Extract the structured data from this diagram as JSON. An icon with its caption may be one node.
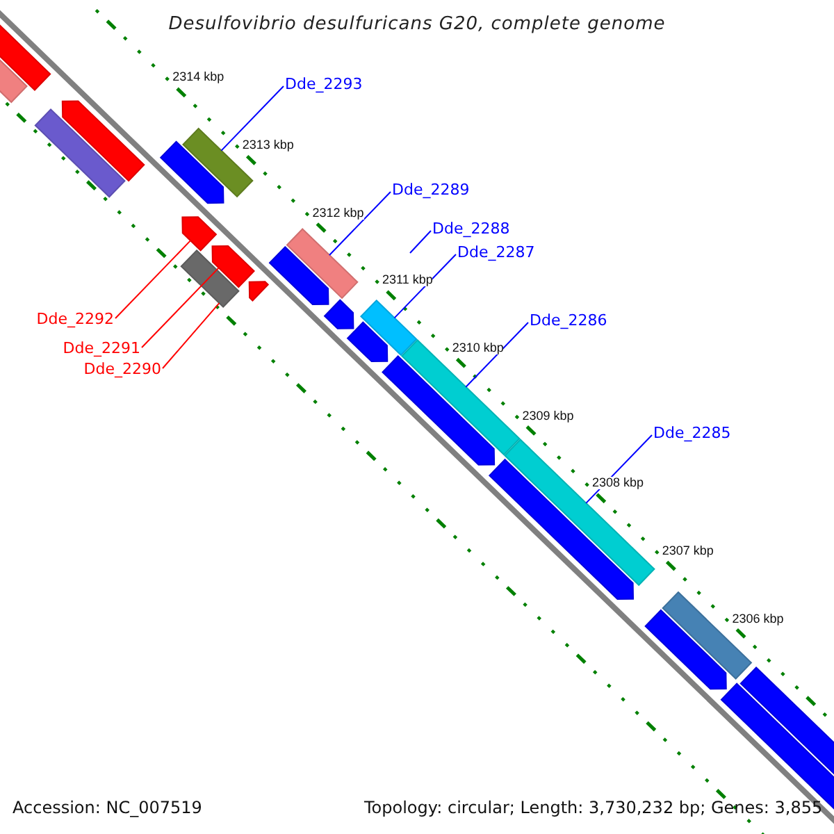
{
  "diagram": {
    "title": "Desulfovibrio desulfuricans G20, complete genome",
    "nodes": [
      {
        "text": [
          "Dde_2293"
        ]
      },
      {
        "text": [
          "Dde_2289"
        ]
      },
      {
        "text": [
          "Dde_2288"
        ]
      },
      {
        "text": [
          "Dde_2287"
        ]
      },
      {
        "text": [
          "Dde_2292"
        ]
      },
      {
        "text": [
          "Dde_2286"
        ]
      },
      {
        "text": [
          "Dde_2291"
        ]
      },
      {
        "text": [
          "Dde_2290"
        ]
      },
      {
        "text": [
          "Dde_2285"
        ]
      },
      {
        "text": [],
        "shape": "bar"
      },
      {
        "text": [],
        "shape": "bar"
      },
      {
        "text": [],
        "shape": "bar"
      },
      {
        "text": [],
        "shape": "bar"
      },
      {
        "text": [],
        "shape": "bar"
      },
      {
        "text": [],
        "shape": "bar"
      },
      {
        "text": [],
        "shape": "bar"
      },
      {
        "text": [],
        "shape": "bar"
      },
      {
        "text": [],
        "shape": "bar"
      },
      {
        "text": [],
        "shape": "bar"
      },
      {
        "text": [],
        "shape": "bar"
      },
      {
        "text": [],
        "shape": "bar"
      },
      {
        "text": [],
        "shape": "bar"
      },
      {
        "text": [],
        "shape": "bar"
      },
      {
        "text": [],
        "shape": "bar"
      },
      {
        "text": [],
        "shape": "bar"
      },
      {
        "text": [],
        "shape": "bar"
      },
      {
        "text": [],
        "shape": "bar"
      },
      {
        "text": [],
        "shape": "bar"
      },
      {
        "text": [],
        "shape": "bar"
      },
      {
        "text": [],
        "shape": "bar"
      },
      {
        "text": [],
        "shape": "bar"
      },
      {
        "text": [],
        "shape": "bar"
      }
    ],
    "edges": [
      {
        "from": 0,
        "to": 14,
        "arrow": "none"
      },
      {
        "from": 1,
        "to": 20,
        "arrow": "none"
      },
      {
        "from": 2,
        "to": null,
        "arrow": "none"
      },
      {
        "from": 3,
        "to": 22,
        "arrow": "none"
      },
      {
        "from": 4,
        "to": 15,
        "arrow": "none",
        "color": "#ff0000"
      },
      {
        "from": 5,
        "to": 25,
        "arrow": "none"
      },
      {
        "from": 6,
        "to": 17,
        "arrow": "none",
        "color": "#ff0000"
      },
      {
        "from": 7,
        "to": 16,
        "arrow": "none",
        "color": "#ff0000"
      },
      {
        "from": 8,
        "to": 26,
        "arrow": "none"
      }
    ],
    "labels": [
      "2314 kbp",
      "2313 kbp",
      "2312 kbp",
      "2311 kbp",
      "2310 kbp",
      "2309 kbp",
      "2308 kbp",
      "2307 kbp",
      "2306 kbp",
      "Accession: NC_007519",
      "Topology: circular; Length: 3,730,232 bp; Genes: 3,855"
    ]
  }
}
